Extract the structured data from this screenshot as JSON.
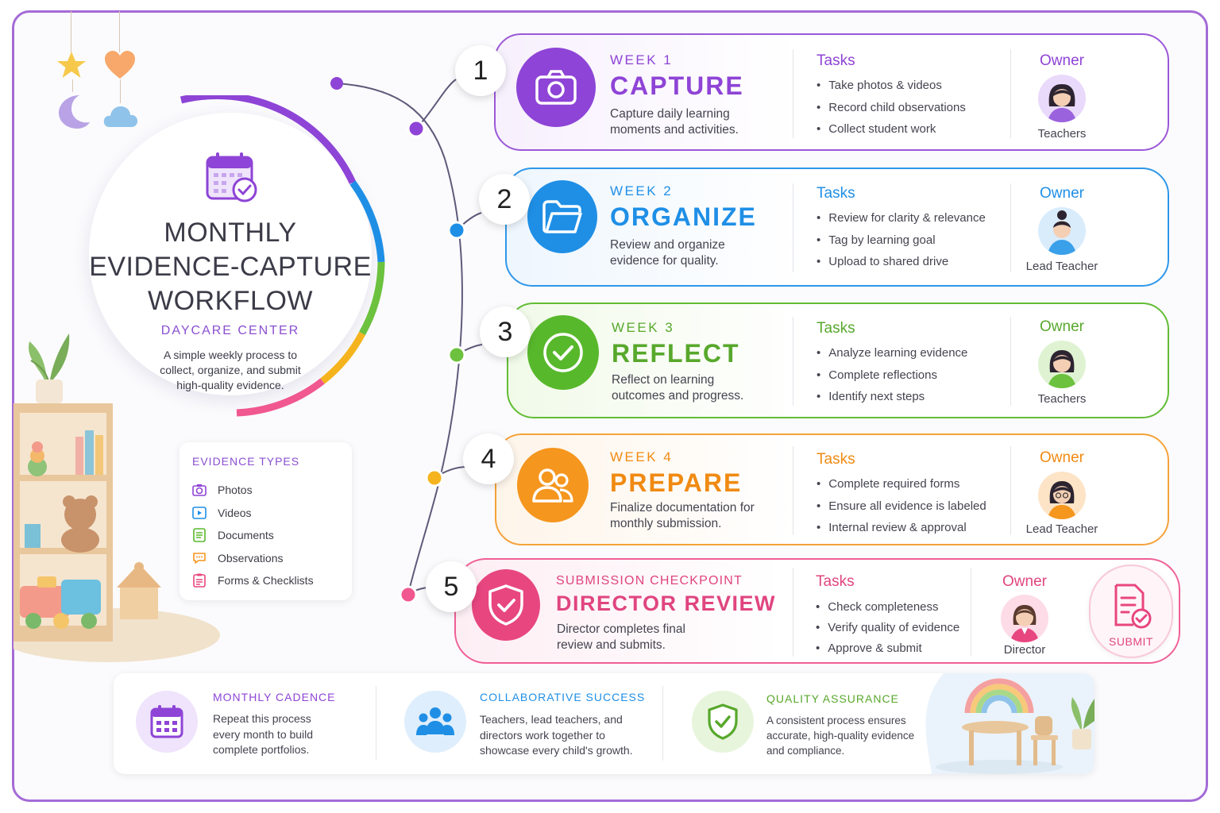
{
  "hero": {
    "title_lines": [
      "MONTHLY",
      "EVIDENCE-CAPTURE",
      "WORKFLOW"
    ],
    "subtitle": "DAYCARE CENTER",
    "description": "A simple weekly process to collect, organize, and submit high-quality evidence.",
    "icon": "calendar-check-icon"
  },
  "evidence_types": {
    "title": "EVIDENCE TYPES",
    "items": [
      {
        "label": "Photos",
        "icon": "camera-icon"
      },
      {
        "label": "Videos",
        "icon": "play-icon"
      },
      {
        "label": "Documents",
        "icon": "document-icon"
      },
      {
        "label": "Observations",
        "icon": "speech-bubble-icon"
      },
      {
        "label": "Forms & Checklists",
        "icon": "checklist-icon"
      }
    ]
  },
  "tasks_heading": "Tasks",
  "owner_heading": "Owner",
  "steps": [
    {
      "number": "1",
      "week": "WEEK 1",
      "title": "CAPTURE",
      "description": "Capture daily learning moments and activities.",
      "tasks": [
        "Take photos & videos",
        "Record child observations",
        "Collect student work"
      ],
      "owner": "Teachers",
      "color": "#8e44d6",
      "icon": "camera-icon"
    },
    {
      "number": "2",
      "week": "WEEK 2",
      "title": "ORGANIZE",
      "description": "Review and organize evidence for quality.",
      "tasks": [
        "Review for clarity & relevance",
        "Tag by learning goal",
        "Upload to shared drive"
      ],
      "owner": "Lead Teacher",
      "color": "#1f8fe6",
      "icon": "folder-icon"
    },
    {
      "number": "3",
      "week": "WEEK 3",
      "title": "REFLECT",
      "description": "Reflect on learning outcomes and progress.",
      "tasks": [
        "Analyze learning evidence",
        "Complete reflections",
        "Identify next steps"
      ],
      "owner": "Teachers",
      "color": "#58b82c",
      "icon": "check-circle-icon"
    },
    {
      "number": "4",
      "week": "WEEK 4",
      "title": "PREPARE",
      "description": "Finalize documentation for monthly submission.",
      "tasks": [
        "Complete required forms",
        "Ensure all evidence is labeled",
        "Internal review & approval"
      ],
      "owner": "Lead Teacher",
      "color": "#f5961e",
      "icon": "people-icon"
    },
    {
      "number": "5",
      "week": "SUBMISSION CHECKPOINT",
      "title": "DIRECTOR REVIEW",
      "description": "Director completes final review and submits.",
      "tasks": [
        "Check completeness",
        "Verify quality of evidence",
        "Approve & submit"
      ],
      "owner": "Director",
      "color": "#e8467f",
      "icon": "shield-check-icon"
    }
  ],
  "submit": {
    "label": "SUBMIT",
    "icon": "document-check-icon"
  },
  "footer": [
    {
      "title": "MONTHLY CADENCE",
      "description": "Repeat this process every month to build complete portfolios.",
      "icon": "calendar-icon",
      "color": "#8e44d6"
    },
    {
      "title": "COLLABORATIVE SUCCESS",
      "description": "Teachers, lead teachers, and directors work together to showcase every child's growth.",
      "icon": "team-icon",
      "color": "#1f8fe6"
    },
    {
      "title": "QUALITY ASSURANCE",
      "description": "A consistent process ensures accurate, high-quality evidence and compliance.",
      "icon": "shield-check-icon",
      "color": "#58a82c"
    }
  ]
}
